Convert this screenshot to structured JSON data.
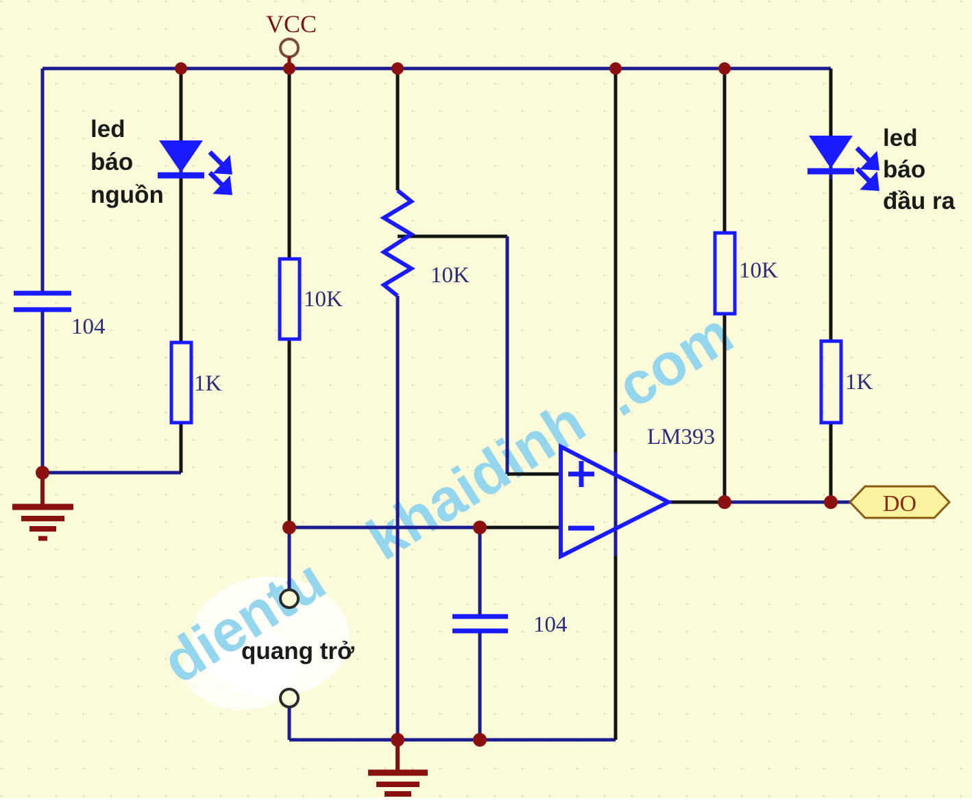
{
  "diagram": {
    "title": "LM393 light sensor (photoresistor) comparator circuit",
    "background_color": "#fbfbd9",
    "wire_color": "#1b1b8f",
    "wire_dark_color": "#141414",
    "component_color": "#1a1aff",
    "junction_color": "#8b1010",
    "ground_color": "#8b1010",
    "label_color": "#2b2b7a"
  },
  "ports": {
    "vcc": {
      "label": "VCC"
    },
    "output": {
      "label": "DO"
    }
  },
  "components": {
    "cap_input": {
      "value": "104"
    },
    "cap_filter": {
      "value": "104"
    },
    "res_led_power": {
      "value": "1K"
    },
    "res_pullup_left": {
      "value": "10K"
    },
    "pot_threshold": {
      "value": "10K"
    },
    "res_pullup_right": {
      "value": "10K"
    },
    "res_led_output": {
      "value": "1K"
    },
    "comparator": {
      "name": "LM393",
      "plus_pin": "+",
      "minus_pin": "−"
    }
  },
  "annotations": {
    "led_power": {
      "line1": "led",
      "line2": "báo",
      "line3": "nguồn"
    },
    "led_output": {
      "line1": "led",
      "line2": "báo",
      "line3": "đầu ra"
    },
    "photoresistor": {
      "label": "quang trở"
    }
  },
  "watermark": {
    "text_main": "dientukhaidinh.com",
    "color": "#8fd4ef"
  }
}
